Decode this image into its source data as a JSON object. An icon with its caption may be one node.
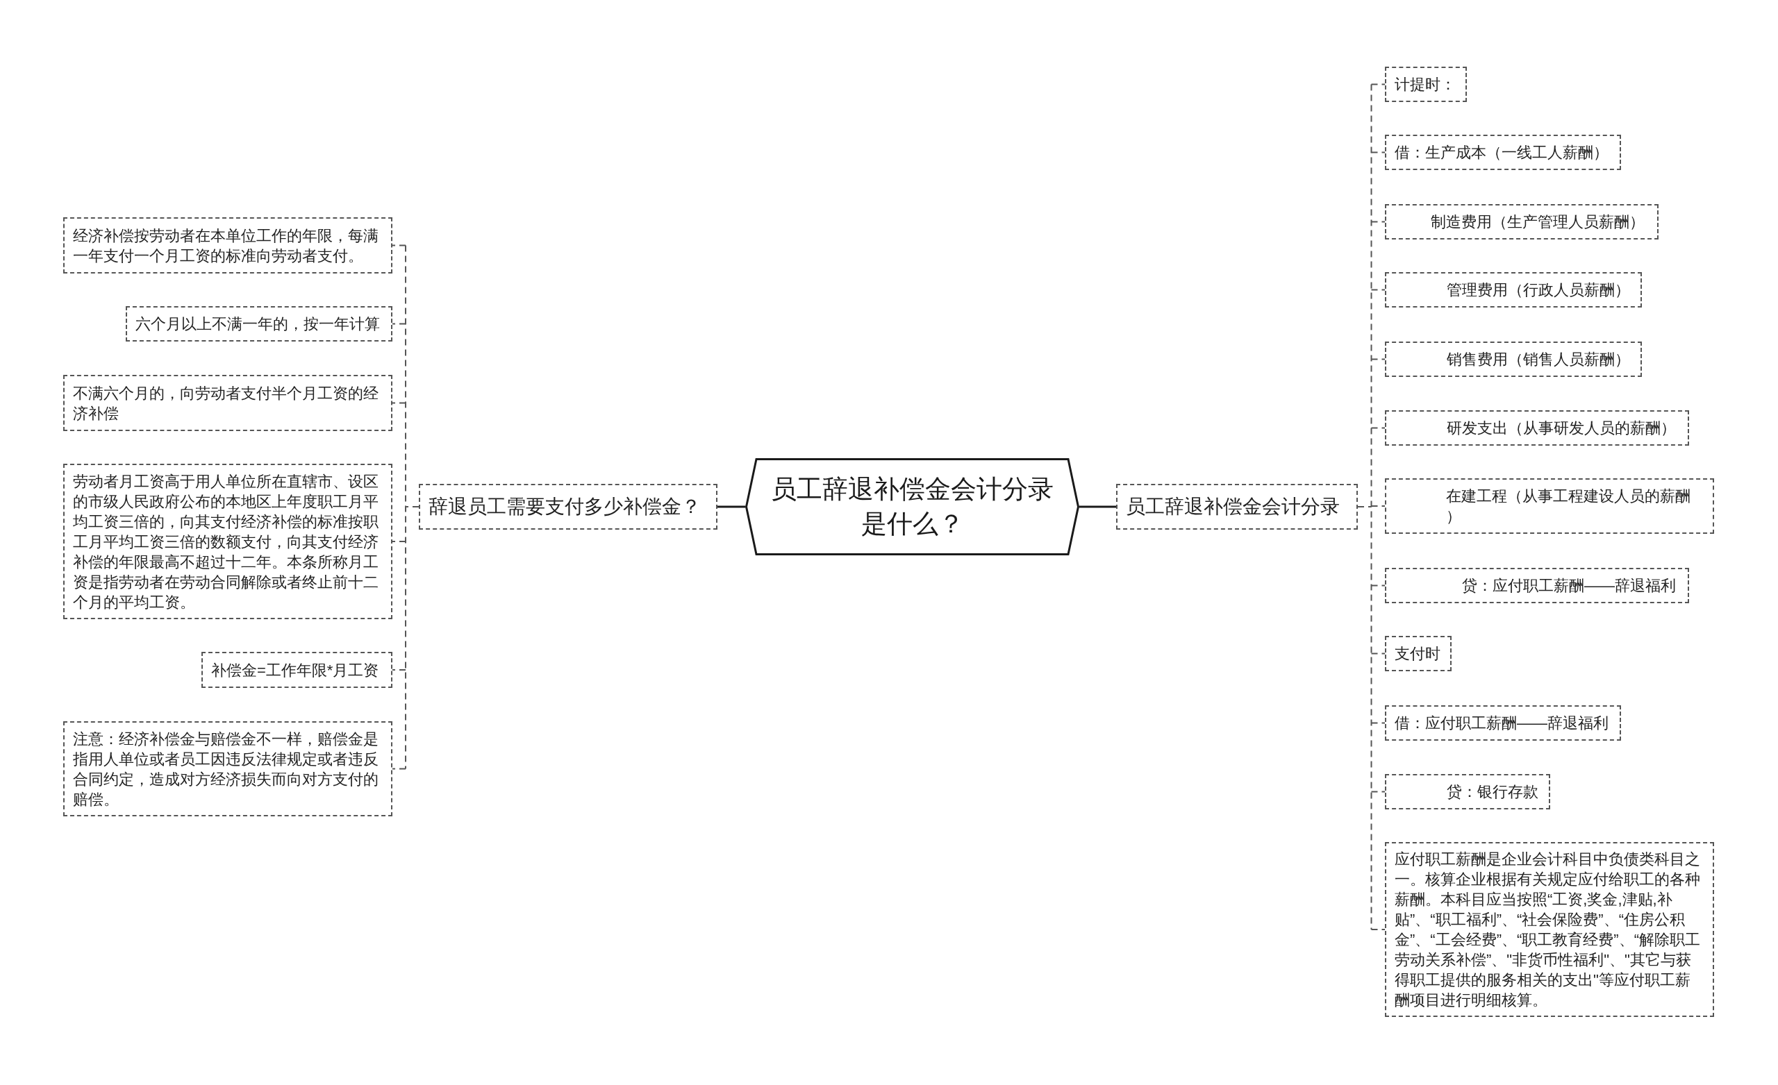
{
  "diagram": {
    "nodes": [
      {
        "text": [
          "员工辞退补偿金会计分录是什么？"
        ]
      },
      {
        "text": [
          "辞退员工需要支付多少补偿金？"
        ]
      },
      {
        "text": [
          "经济补偿按劳动者在本单位工作的年限，每满一年支付一个月工资的标准向劳动者支付。"
        ]
      },
      {
        "text": [
          "六个月以上不满一年的，按一年计算"
        ]
      },
      {
        "text": [
          "不满六个月的，向劳动者支付半个月工资的经济补偿"
        ]
      },
      {
        "text": [
          "劳动者月工资高于用人单位所在直辖市、设区的市级人民政府公布的本地区上年度职工月平均工资三倍的，向其支付经济补偿的标准按职工月平均工资三倍的数额支付，向其支付经济补偿的年限最高不超过十二年。本条所称月工资是指劳动者在劳动合同解除或者终止前十二个月的平均工资。"
        ]
      },
      {
        "text": [
          "补偿金=工作年限*月工资"
        ]
      },
      {
        "text": [
          "注意：经济补偿金与赔偿金不一样，赔偿金是指用人单位或者员工因违反法律规定或者违反合同约定，造成对方经济损失而向对方支付的赔偿。"
        ]
      },
      {
        "text": [
          "员工辞退补偿金会计分录"
        ]
      },
      {
        "text": [
          "计提时："
        ]
      },
      {
        "text": [
          "借：生产成本（一线工人薪酬）"
        ]
      },
      {
        "text": [
          "制造费用（生产管理人员薪酬）"
        ]
      },
      {
        "text": [
          "管理费用（行政人员薪酬）"
        ]
      },
      {
        "text": [
          "销售费用（销售人员薪酬）"
        ]
      },
      {
        "text": [
          "研发支出（从事研发人员的薪酬）"
        ]
      },
      {
        "text": [
          "在建工程（从事工程建设人员的薪酬）"
        ]
      },
      {
        "text": [
          "贷：应付职工薪酬——辞退福利"
        ]
      },
      {
        "text": [
          "支付时"
        ]
      },
      {
        "text": [
          "借：应付职工薪酬——辞退福利"
        ]
      },
      {
        "text": [
          "贷：银行存款"
        ]
      },
      {
        "text": [
          "应付职工薪酬是企业会计科目中负债类科目之一。核算企业根据有关规定应付给职工的各种薪酬。本科目应当按照“工资,奖金,津贴,补贴”、“职工福利”、“社会保险费”、“住房公积金”、“工会经费”、“职工教育经费”、“解除职工劳动关系补偿”、\"非货币性福利\"、\"其它与获得职工提供的服务相关的支出\"等应付职工薪酬项目进行明细核算。"
        ]
      }
    ],
    "edges": [
      {
        "from": 0,
        "to": 1,
        "arrow": "none"
      },
      {
        "from": 1,
        "to": 2,
        "arrow": "none",
        "style": "dashed"
      },
      {
        "from": 1,
        "to": 3,
        "arrow": "none",
        "style": "dashed"
      },
      {
        "from": 1,
        "to": 4,
        "arrow": "none",
        "style": "dashed"
      },
      {
        "from": 1,
        "to": 5,
        "arrow": "none",
        "style": "dashed"
      },
      {
        "from": 1,
        "to": 6,
        "arrow": "none",
        "style": "dashed"
      },
      {
        "from": 1,
        "to": 7,
        "arrow": "none",
        "style": "dashed"
      },
      {
        "from": 0,
        "to": 8,
        "arrow": "none"
      },
      {
        "from": 8,
        "to": 9,
        "arrow": "none",
        "style": "dashed"
      },
      {
        "from": 8,
        "to": 10,
        "arrow": "none",
        "style": "dashed"
      },
      {
        "from": 8,
        "to": 11,
        "arrow": "none",
        "style": "dashed"
      },
      {
        "from": 8,
        "to": 12,
        "arrow": "none",
        "style": "dashed"
      },
      {
        "from": 8,
        "to": 13,
        "arrow": "none",
        "style": "dashed"
      },
      {
        "from": 8,
        "to": 14,
        "arrow": "none",
        "style": "dashed"
      },
      {
        "from": 8,
        "to": 15,
        "arrow": "none",
        "style": "dashed"
      },
      {
        "from": 8,
        "to": 16,
        "arrow": "none",
        "style": "dashed"
      },
      {
        "from": 8,
        "to": 17,
        "arrow": "none",
        "style": "dashed"
      },
      {
        "from": 8,
        "to": 18,
        "arrow": "none",
        "style": "dashed"
      },
      {
        "from": 8,
        "to": 19,
        "arrow": "none",
        "style": "dashed"
      },
      {
        "from": 8,
        "to": 20,
        "arrow": "none",
        "style": "dashed"
      }
    ]
  }
}
